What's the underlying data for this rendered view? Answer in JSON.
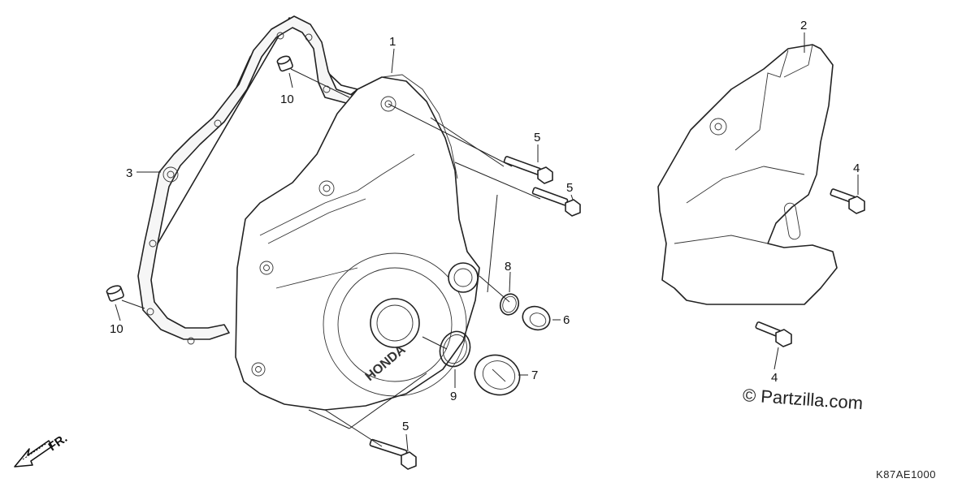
{
  "diagram": {
    "callouts": [
      {
        "id": "c1",
        "label": "1"
      },
      {
        "id": "c2",
        "label": "2"
      },
      {
        "id": "c3",
        "label": "3"
      },
      {
        "id": "c4a",
        "label": "4"
      },
      {
        "id": "c4b",
        "label": "4"
      },
      {
        "id": "c5a",
        "label": "5"
      },
      {
        "id": "c5b",
        "label": "5"
      },
      {
        "id": "c5c",
        "label": "5"
      },
      {
        "id": "c6",
        "label": "6"
      },
      {
        "id": "c7",
        "label": "7"
      },
      {
        "id": "c8",
        "label": "8"
      },
      {
        "id": "c9",
        "label": "9"
      },
      {
        "id": "c10a",
        "label": "10"
      },
      {
        "id": "c10b",
        "label": "10"
      }
    ],
    "cover_brand_text": "HONDA",
    "direction_label": "FR.",
    "watermark": "© Partzilla.com",
    "diagram_code": "K87AE1000"
  }
}
